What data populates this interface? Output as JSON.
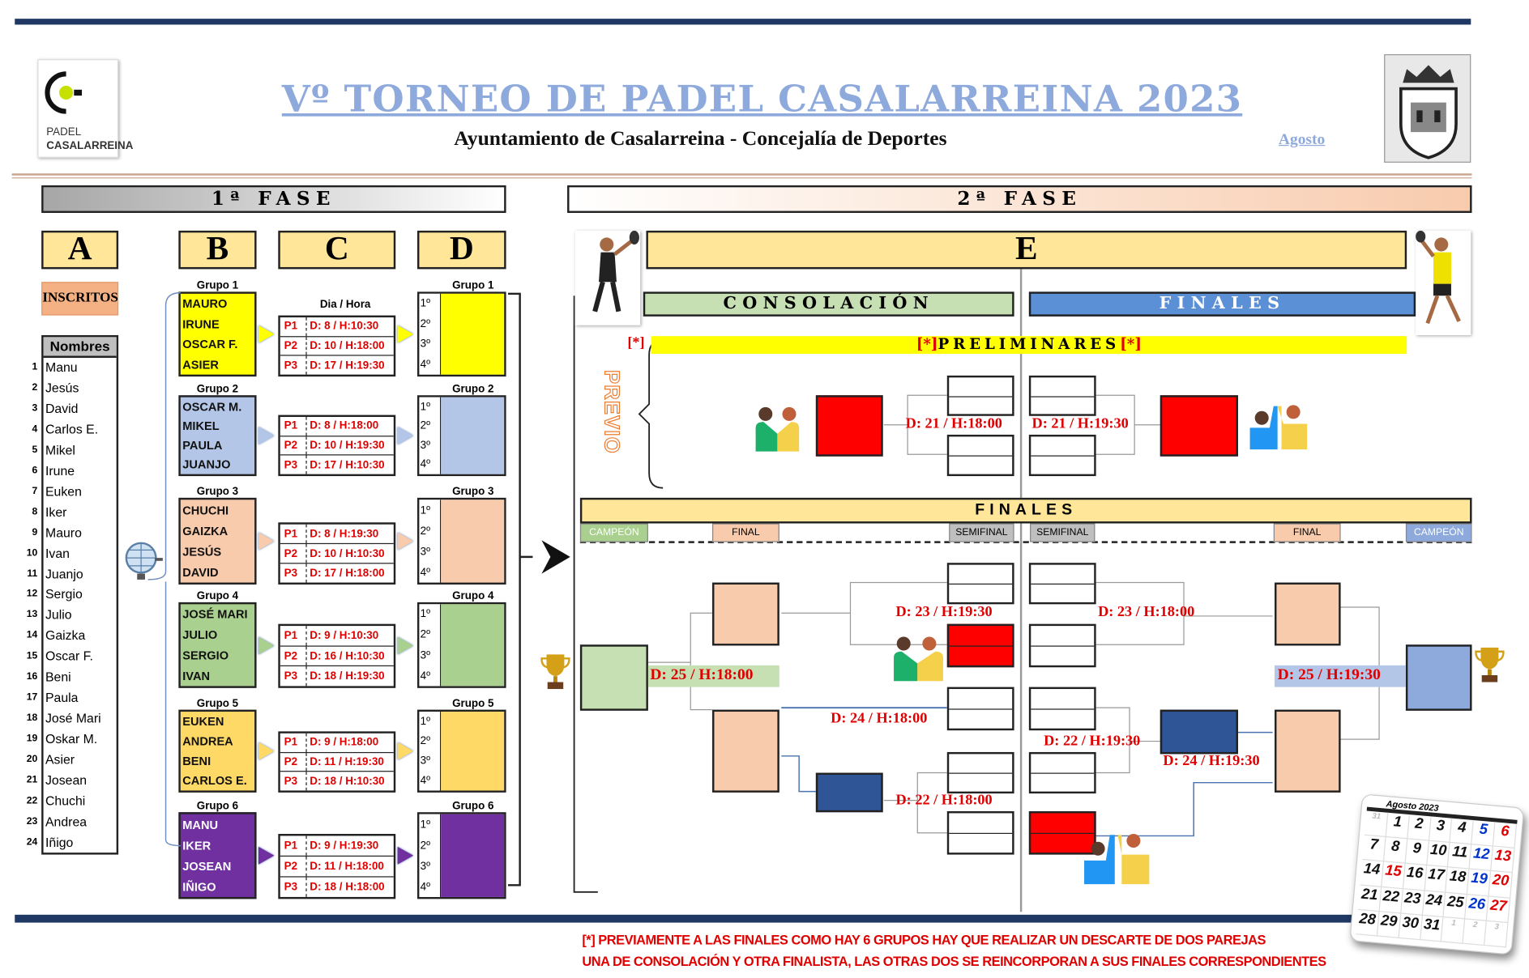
{
  "header": {
    "title": "Vº TORNEO DE PADEL CASALARREINA 2023",
    "subtitle": "Ayuntamiento de Casalarreina  -  Concejalía de Deportes",
    "month": "Agosto",
    "logo_text": [
      "PADEL",
      "CASALARREINA"
    ]
  },
  "fase1": {
    "title": "1ª   FASE",
    "letters": [
      "A",
      "B",
      "C",
      "D"
    ],
    "inscritos": "INSCRITOS",
    "nombres_header": "Nombres",
    "nombres": [
      "Manu",
      "Jesús",
      "David",
      "Carlos E.",
      "Mikel",
      "Irune",
      "Euken",
      "Iker",
      "Mauro",
      "Ivan",
      "Juanjo",
      "Sergio",
      "Julio",
      "Gaizka",
      "Oscar F.",
      "Beni",
      "Paula",
      "José Mari",
      "Oskar M.",
      "Asier",
      "Josean",
      "Chuchi",
      "Andrea",
      "Iñigo"
    ],
    "dia_hora": "Dia     /   Hora",
    "positions": [
      "1º",
      "2º",
      "3º",
      "4º"
    ],
    "groups": [
      {
        "label": "Grupo 1",
        "color": "#ffff00",
        "players": [
          "MAURO",
          "IRUNE",
          "OSCAR F.",
          "ASIER"
        ],
        "matches": [
          {
            "p": "P1",
            "t": "D: 8  / H:10:30"
          },
          {
            "p": "P2",
            "t": "D: 10  / H:18:00"
          },
          {
            "p": "P3",
            "t": "D: 17  / H:19:30"
          }
        ]
      },
      {
        "label": "Grupo 2",
        "color": "#b4c6e7",
        "players": [
          "OSCAR M.",
          "MIKEL",
          "PAULA",
          "JUANJO"
        ],
        "matches": [
          {
            "p": "P1",
            "t": "D: 8  / H:18:00"
          },
          {
            "p": "P2",
            "t": "D: 10  / H:19:30"
          },
          {
            "p": "P3",
            "t": "D: 17  / H:10:30"
          }
        ]
      },
      {
        "label": "Grupo 3",
        "color": "#f8cbad",
        "players": [
          "CHUCHI",
          "GAIZKA",
          "JESÚS",
          "DAVID"
        ],
        "matches": [
          {
            "p": "P1",
            "t": "D: 8  / H:19:30"
          },
          {
            "p": "P2",
            "t": "D: 10  / H:10:30"
          },
          {
            "p": "P3",
            "t": "D: 17  / H:18:00"
          }
        ]
      },
      {
        "label": "Grupo 4",
        "color": "#a9d08e",
        "players": [
          "JOSÉ MARI",
          "JULIO",
          "SERGIO",
          "IVAN"
        ],
        "matches": [
          {
            "p": "P1",
            "t": "D: 9  / H:10:30"
          },
          {
            "p": "P2",
            "t": "D: 16  / H:10:30"
          },
          {
            "p": "P3",
            "t": "D: 18  / H:19:30"
          }
        ]
      },
      {
        "label": "Grupo 5",
        "color": "#ffd966",
        "players": [
          "EUKEN",
          "ANDREA",
          "BENI",
          "CARLOS E."
        ],
        "matches": [
          {
            "p": "P1",
            "t": "D: 9  / H:18:00"
          },
          {
            "p": "P2",
            "t": "D: 11  / H:19:30"
          },
          {
            "p": "P3",
            "t": "D: 18  / H:10:30"
          }
        ]
      },
      {
        "label": "Grupo 6",
        "color": "#7030a0",
        "players": [
          "MANU",
          "IKER",
          "JOSEAN",
          "IÑIGO"
        ],
        "matches": [
          {
            "p": "P1",
            "t": "D: 9  / H:19:30"
          },
          {
            "p": "P2",
            "t": "D: 11  / H:18:00"
          },
          {
            "p": "P3",
            "t": "D: 18  / H:18:00"
          }
        ]
      }
    ]
  },
  "fase2": {
    "title": "2ª   FASE",
    "letter": "E",
    "consolacion": "CONSOLACIÓN",
    "finales_bar": "FINALES",
    "asterisk": "[*]",
    "preliminares": "PRELIMINARES",
    "previo": "PREVIO",
    "prelim_left": "D: 21  / H:18:00",
    "prelim_right": "D: 21  / H:19:30",
    "finales_title": "FINALES",
    "sub_labels": {
      "campeon": "CAMPEÓN",
      "final": "FINAL",
      "semifinal": "SEMIFINAL"
    },
    "times": {
      "semi_left_top": "D: 23  / H:19:30",
      "semi_right_top": "D: 23  / H:18:00",
      "final_left": "D: 25 / H:18:00",
      "final_right": "D: 25 / H:19:30",
      "left_mid": "D: 24  / H:18:00",
      "right_mid": "D: 22  / H:19:30",
      "right_navy": "D: 24 / H:19:30",
      "left_bottom": "D: 22  / H:18:00"
    }
  },
  "footnote": {
    "line1": "[*] PREVIAMENTE A LAS FINALES COMO HAY 6 GRUPOS HAY QUE REALIZAR UN DESCARTE DE  DOS  PAREJAS",
    "line2": "UNA DE CONSOLACIÓN Y OTRA  FINALISTA, LAS OTRAS DOS  SE REINCORPORAN A SUS FINALES CORRESPONDIENTES"
  },
  "calendar": {
    "title": "Agosto 2023",
    "days": [
      "31",
      "1",
      "2",
      "3",
      "4",
      "5",
      "6",
      "7",
      "8",
      "9",
      "10",
      "11",
      "12",
      "13",
      "14",
      "15",
      "16",
      "17",
      "18",
      "19",
      "20",
      "21",
      "22",
      "23",
      "24",
      "25",
      "26",
      "27",
      "28",
      "29",
      "30",
      "31",
      "1",
      "2",
      "3"
    ],
    "weekend_sat_color": "#0033cc",
    "weekend_sun_color": "#e00000"
  },
  "colors": {
    "navy": "#1f3864",
    "header_yellow": "#ffe699",
    "red": "#ff0000",
    "navy_box": "#2f5597",
    "peach": "#f8cbad",
    "green": "#c6e0b4",
    "blue": "#8ea9db"
  }
}
